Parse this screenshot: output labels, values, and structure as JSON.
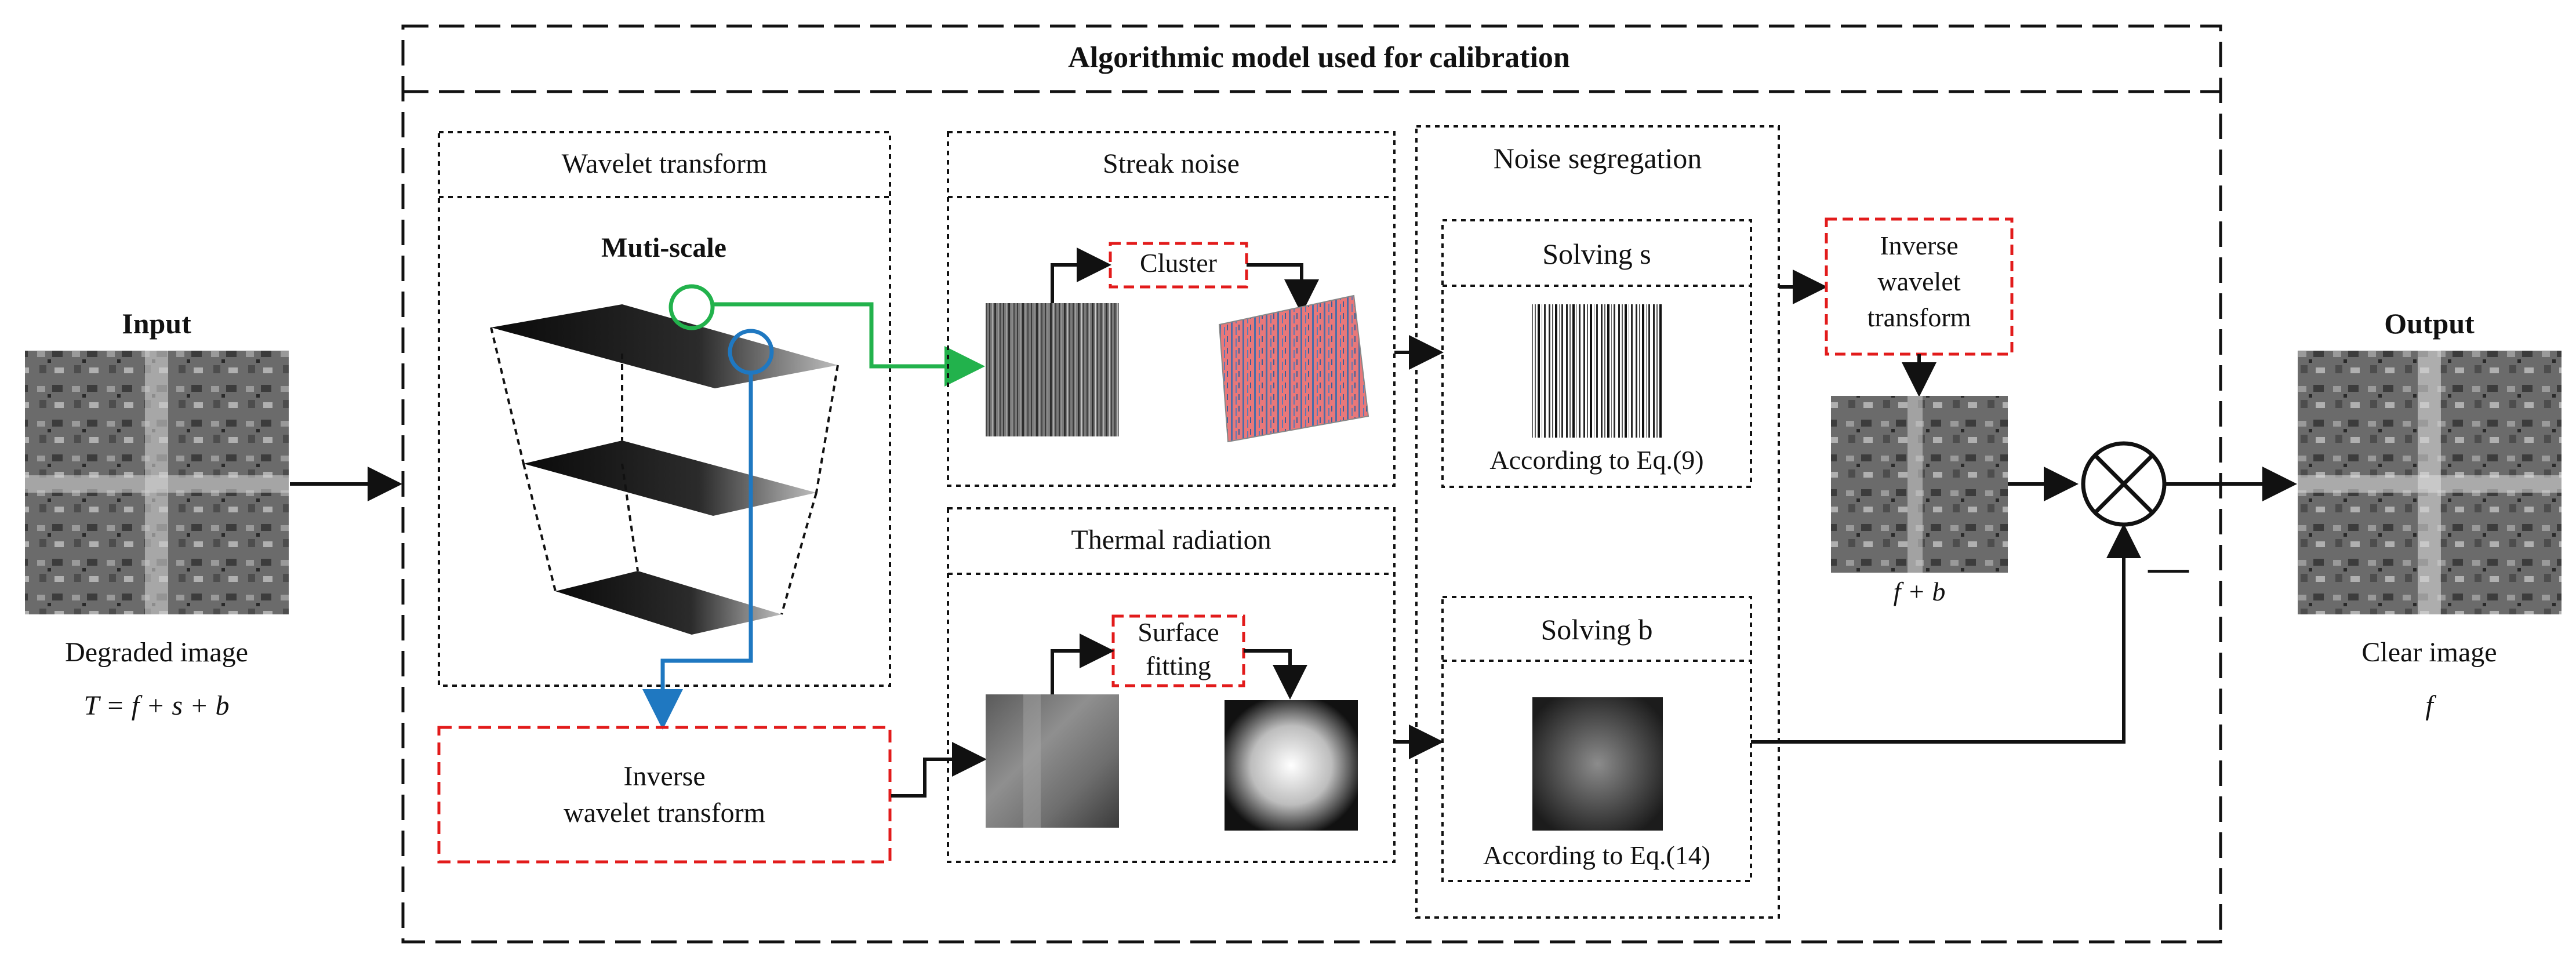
{
  "input": {
    "title": "Input",
    "caption": "Degraded image",
    "equation": "T = f + s + b"
  },
  "output": {
    "title": "Output",
    "caption": "Clear image",
    "symbol": "f"
  },
  "model": {
    "title": "Algorithmic model used for calibration"
  },
  "wavelet": {
    "title": "Wavelet transform",
    "subtitle": "Muti-scale"
  },
  "inverse_left": {
    "line1": "Inverse",
    "line2": "wavelet transform"
  },
  "streak": {
    "title": "Streak noise",
    "cluster": "Cluster"
  },
  "thermal": {
    "title": "Thermal radiation",
    "fit_line1": "Surface",
    "fit_line2": "fitting"
  },
  "segregation": {
    "title": "Noise segregation",
    "solve_s": {
      "title": "Solving s",
      "note": "According to Eq.(9)"
    },
    "solve_b": {
      "title": "Solving b",
      "note": "According to Eq.(14)"
    }
  },
  "inverse_right": {
    "line1": "Inverse",
    "line2": "wavelet",
    "line3": "transform"
  },
  "recon": {
    "caption": "f + b"
  },
  "minus_sign": "—",
  "colors": {
    "green_arrow": "#22b24c",
    "blue_arrow": "#1f78c1",
    "red_dashed": "#e21b1b",
    "heatmap_pink": "#e8787a",
    "heatmap_blue": "#4a6ea8"
  },
  "icons": {
    "combine": "circled-times-icon"
  }
}
